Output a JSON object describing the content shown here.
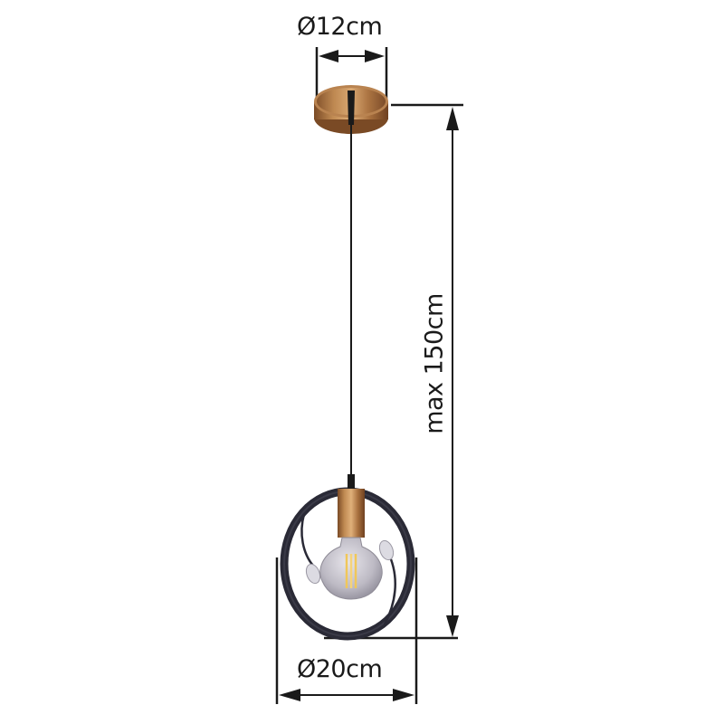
{
  "diagram": {
    "subject": "pendant lamp with ring frame",
    "dimensions": {
      "canopy_diameter": "Ø12cm",
      "max_height": "max 150cm",
      "ring_diameter": "Ø20cm"
    },
    "colors": {
      "line": "#1a1a1a",
      "brass": "#b07a45",
      "brass_dark": "#7a4a25",
      "frame": "#2a2a36",
      "bulb_glass": "#c9c7cf",
      "filament": "#f0c75a"
    }
  }
}
